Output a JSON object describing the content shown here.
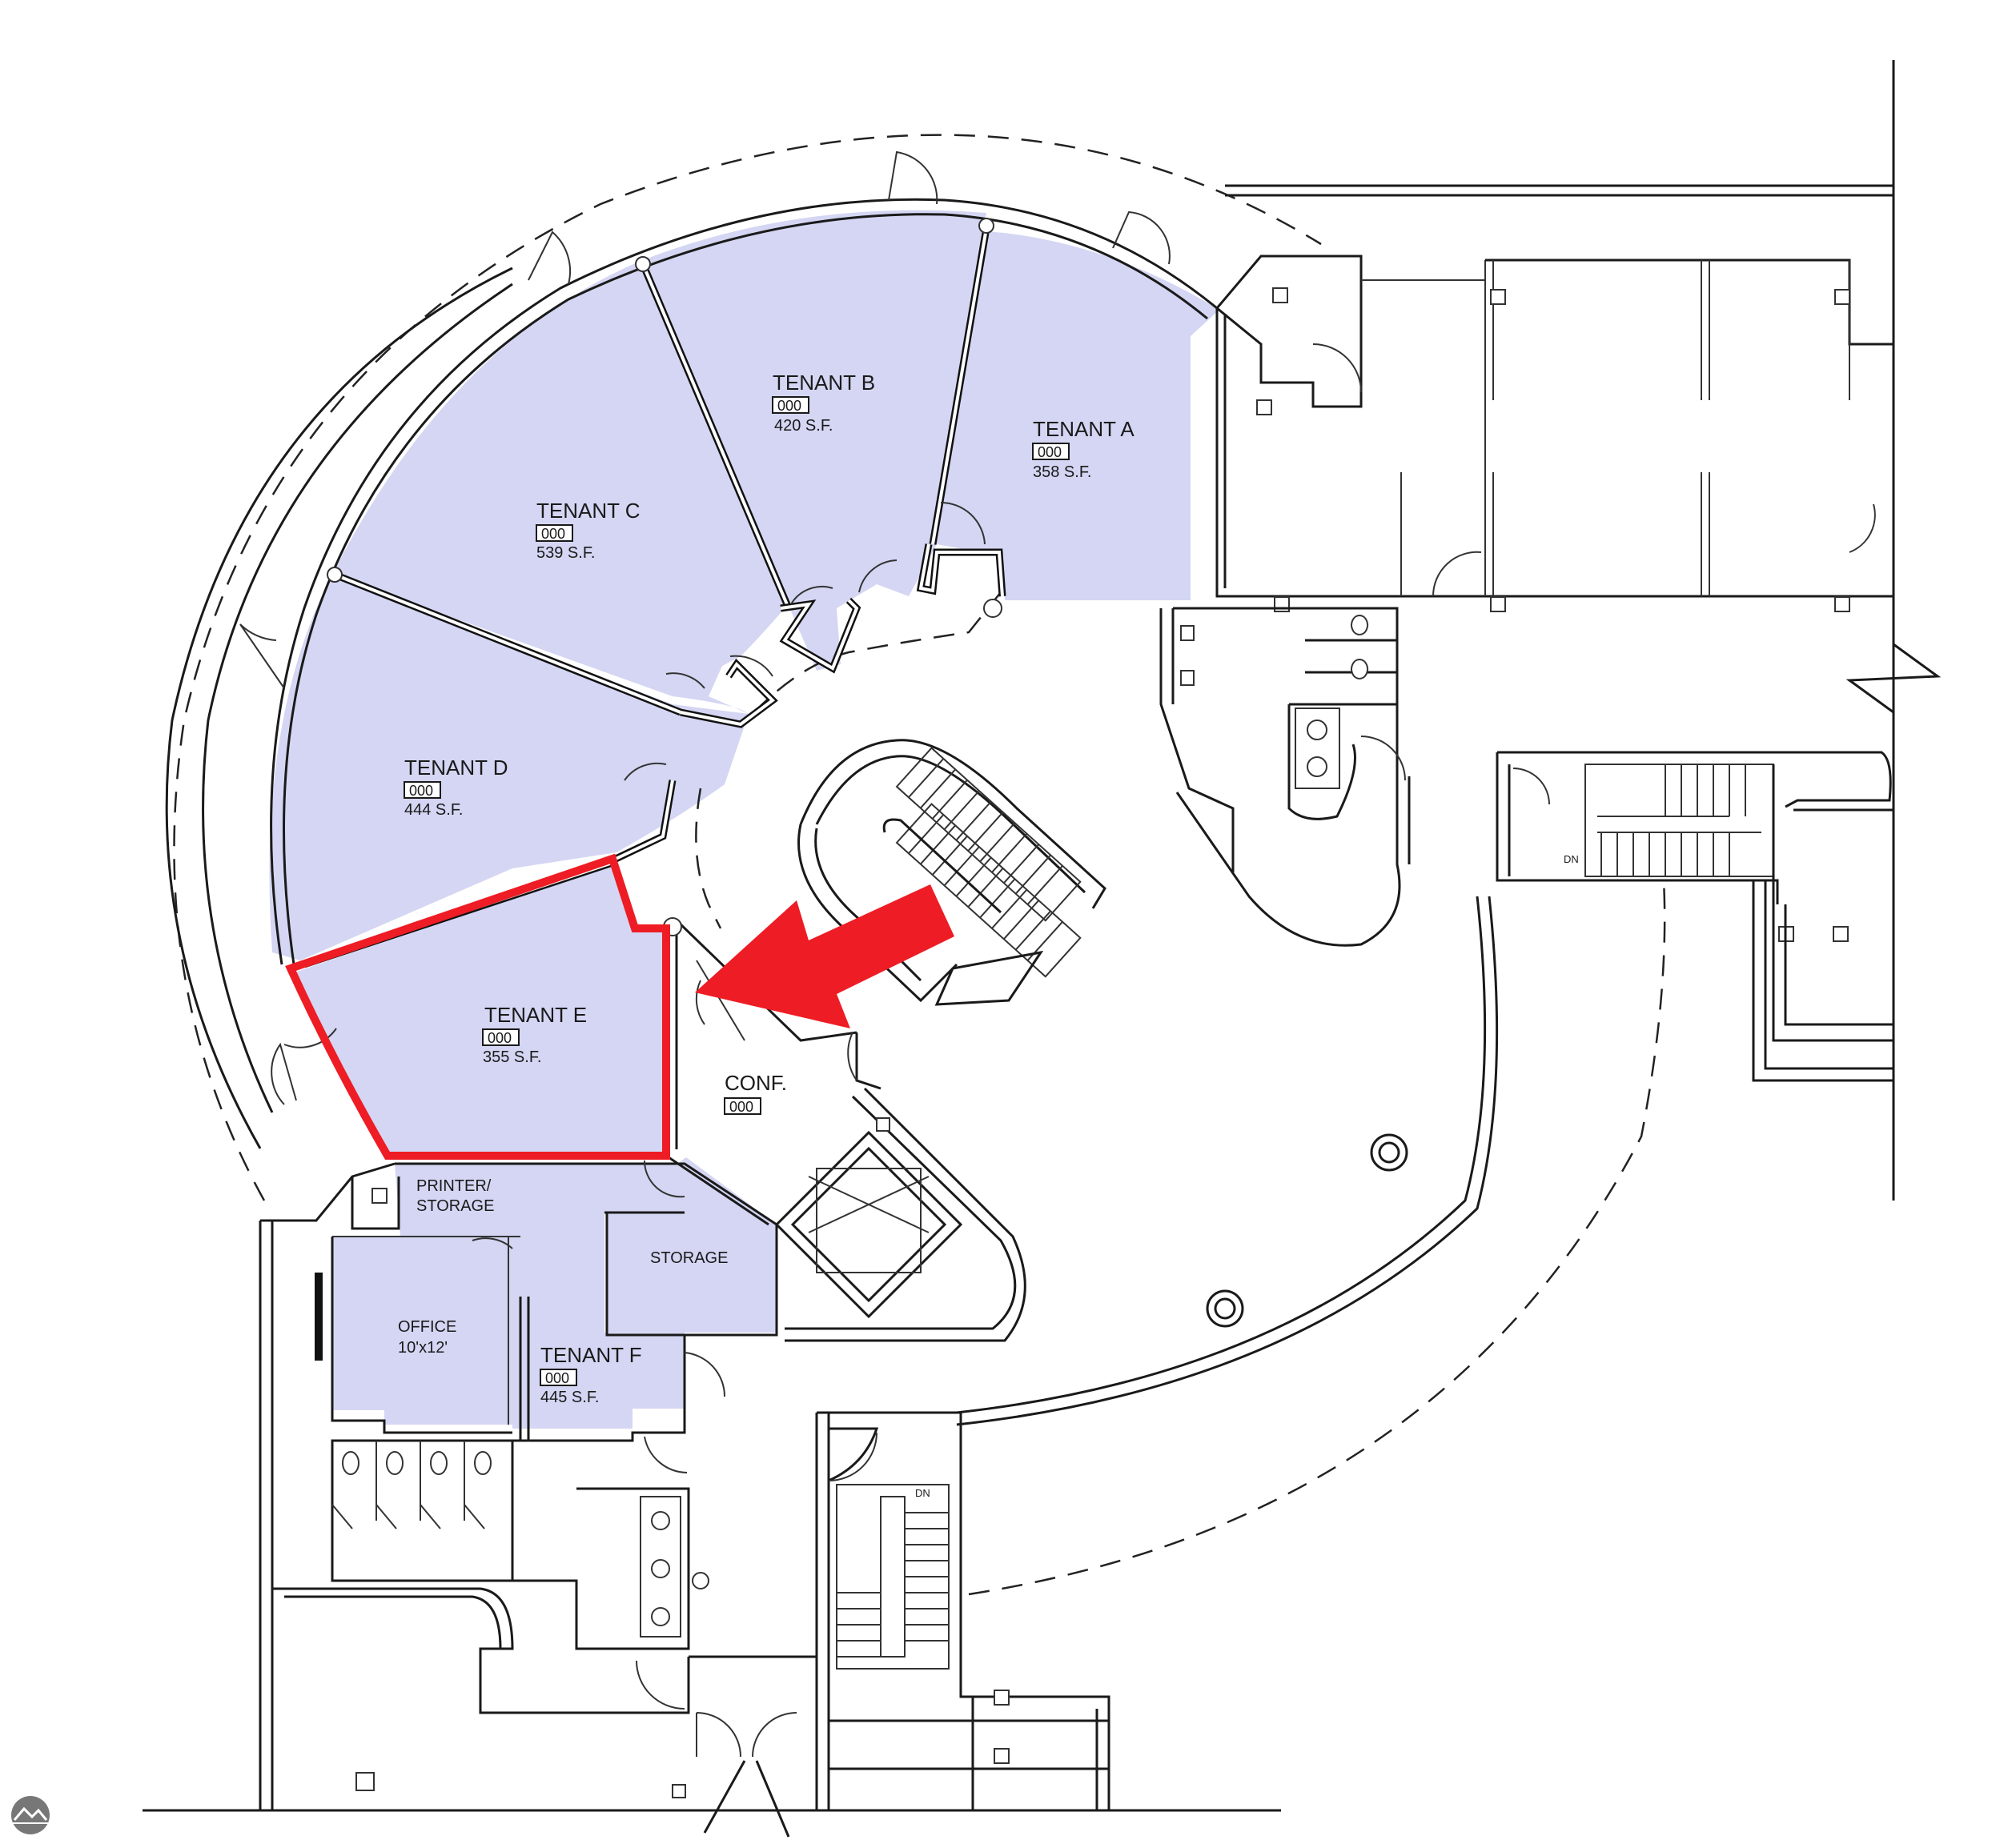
{
  "colors": {
    "tenant_fill": "#d4d6f3",
    "highlight": "#ee1c24",
    "walls": "#1a1a1a",
    "background": "#ffffff"
  },
  "spaces": {
    "tenant_a": {
      "name": "TENANT A",
      "number": "000",
      "area": "358 S.F."
    },
    "tenant_b": {
      "name": "TENANT B",
      "number": "000",
      "area": "420 S.F."
    },
    "tenant_c": {
      "name": "TENANT C",
      "number": "000",
      "area": "539 S.F."
    },
    "tenant_d": {
      "name": "TENANT D",
      "number": "000",
      "area": "444 S.F."
    },
    "tenant_e": {
      "name": "TENANT E",
      "number": "000",
      "area": "355 S.F.",
      "highlighted": true
    },
    "tenant_f": {
      "name": "TENANT F",
      "number": "000",
      "area": "445 S.F."
    },
    "conf": {
      "name": "CONF.",
      "number": "000"
    },
    "printer_storage": {
      "line1": "PRINTER/",
      "line2": "STORAGE"
    },
    "storage": {
      "name": "STORAGE"
    },
    "office": {
      "name": "OFFICE",
      "size": "10'x12'"
    }
  },
  "stairs": {
    "east_label": "DN",
    "south_label": "DN"
  },
  "icons": {
    "highlight_arrow": "arrow-pointing-left-icon",
    "corner_logo": "mountain-logo-icon"
  }
}
